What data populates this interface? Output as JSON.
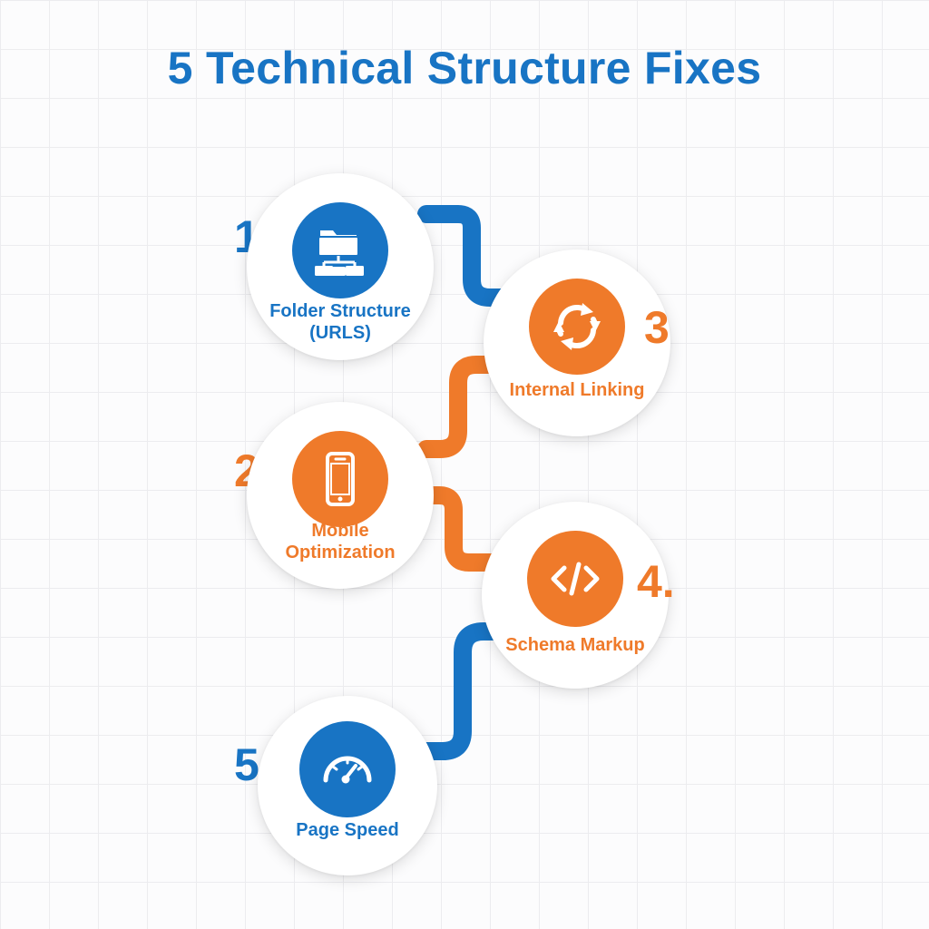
{
  "title": "5 Technical Structure Fixes",
  "colors": {
    "blue": "#1874c4",
    "orange": "#ef7a2a"
  },
  "steps": [
    {
      "number": "1.",
      "label": "Folder Structure\n(URLS)",
      "icon": "folder-structure-icon",
      "color": "blue"
    },
    {
      "number": "2.",
      "label": "Mobile\nOptimization",
      "icon": "smartphone-icon",
      "color": "orange"
    },
    {
      "number": "3",
      "label": "Internal Linking",
      "icon": "refresh-arrows-icon",
      "color": "orange"
    },
    {
      "number": "4.",
      "label": "Schema Markup",
      "icon": "code-brackets-icon",
      "color": "orange"
    },
    {
      "number": "5.",
      "label": "Page Speed",
      "icon": "speedometer-icon",
      "color": "blue"
    }
  ]
}
